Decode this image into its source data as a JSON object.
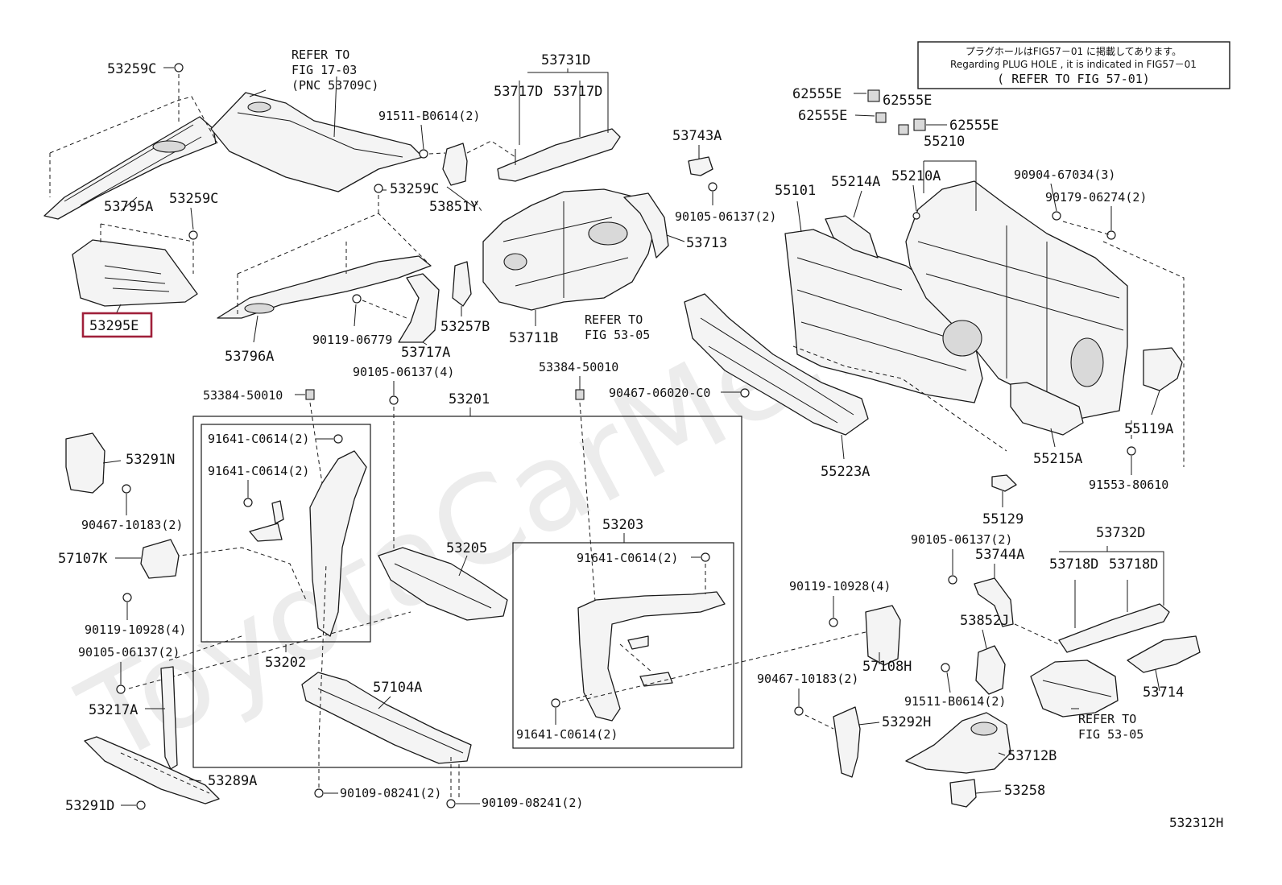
{
  "watermark": "ToyotaCarMe.ru",
  "figure_code": "532312H",
  "notice": {
    "line1": "プラグホールはFIG57－01 に掲載してあります。",
    "line2": "Regarding PLUG HOLE , it is indicated in FIG57－01",
    "line3": "( REFER TO FIG 57-01)"
  },
  "references": {
    "fig1703_line1": "REFER TO",
    "fig1703_line2": "FIG 17-03",
    "fig1703_line3": "(PNC 53709C)",
    "fig5305a_line1": "REFER TO",
    "fig5305a_line2": "FIG 53-05",
    "fig5305b_line1": "REFER TO",
    "fig5305b_line2": "FIG 53-05"
  },
  "highlight_color": "#a0203a",
  "labels": {
    "p53259C_a": "53259C",
    "p53795A": "53795A",
    "p53259C_b": "53259C",
    "p53295E": "53295E",
    "p53259C_c": "53259C",
    "p53796A": "53796A",
    "p90119_06779": "90119-06779",
    "p53717A": "53717A",
    "p91511_B0614_a": "91511-B0614(2)",
    "p53851Y": "53851Y",
    "p53731D": "53731D",
    "p53717D_a": "53717D",
    "p53717D_b": "53717D",
    "p53743A": "53743A",
    "p90105_06137_a": "90105-06137(2)",
    "p53713": "53713",
    "p53257B": "53257B",
    "p53711B": "53711B",
    "p62555E_a": "62555E",
    "p62555E_b": "62555E",
    "p62555E_c": "62555E",
    "p62555E_d": "62555E",
    "p55210": "55210",
    "p55210A": "55210A",
    "p55214A": "55214A",
    "p55101": "55101",
    "p90904_67034": "90904-67034(3)",
    "p90179_06274": "90179-06274(2)",
    "p90467_06020": "90467-06020-C0",
    "p55223A": "55223A",
    "p55215A": "55215A",
    "p55119A": "55119A",
    "p91553_80610": "91553-80610",
    "p55129": "55129",
    "p53384_50010_a": "53384-50010",
    "p90105_06137_b": "90105-06137(4)",
    "p53201": "53201",
    "p53384_50010_b": "53384-50010",
    "p91641_C0614_a": "91641-C0614(2)",
    "p91641_C0614_b": "91641-C0614(2)",
    "p53291N": "53291N",
    "p90467_10183_a": "90467-10183(2)",
    "p57107K": "57107K",
    "p90119_10928_a": "90119-10928(4)",
    "p90105_06137_c": "90105-06137(2)",
    "p53217A": "53217A",
    "p53289A": "53289A",
    "p53291D": "53291D",
    "p53202": "53202",
    "p53205": "53205",
    "p57104A": "57104A",
    "p90109_08241_a": "90109-08241(2)",
    "p90109_08241_b": "90109-08241(2)",
    "p53203": "53203",
    "p91641_C0614_c": "91641-C0614(2)",
    "p91641_C0614_d": "91641-C0614(2)",
    "p90119_10928_b": "90119-10928(4)",
    "p57108H": "57108H",
    "p90467_10183_b": "90467-10183(2)",
    "p53292H": "53292H",
    "p90105_06137_d": "90105-06137(2)",
    "p53744A": "53744A",
    "p53852J": "53852J",
    "p91511_B0614_b": "91511-B0614(2)",
    "p53732D": "53732D",
    "p53718D_a": "53718D",
    "p53718D_b": "53718D",
    "p53714": "53714",
    "p53712B": "53712B",
    "p53258": "53258"
  }
}
